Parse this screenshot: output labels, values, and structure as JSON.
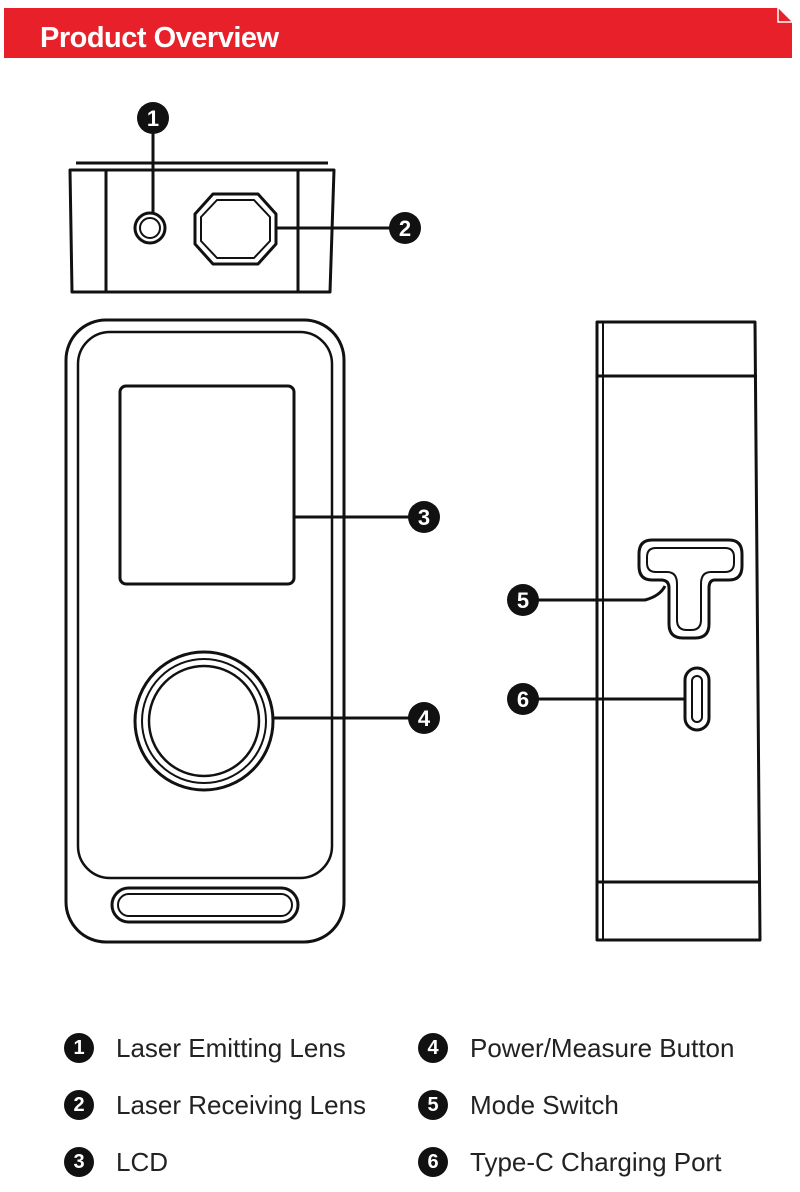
{
  "header": {
    "title": "Product Overview",
    "accent_color": "#e8202a"
  },
  "callouts": {
    "c1": "1",
    "c2": "2",
    "c3": "3",
    "c4": "4",
    "c5": "5",
    "c6": "6"
  },
  "legend": [
    {
      "number": "1",
      "label": "Laser Emitting Lens"
    },
    {
      "number": "2",
      "label": "Laser Receiving Lens"
    },
    {
      "number": "3",
      "label": "LCD"
    },
    {
      "number": "4",
      "label": "Power/Measure Button"
    },
    {
      "number": "5",
      "label": "Mode Switch"
    },
    {
      "number": "6",
      "label": "Type-C Charging Port"
    }
  ]
}
